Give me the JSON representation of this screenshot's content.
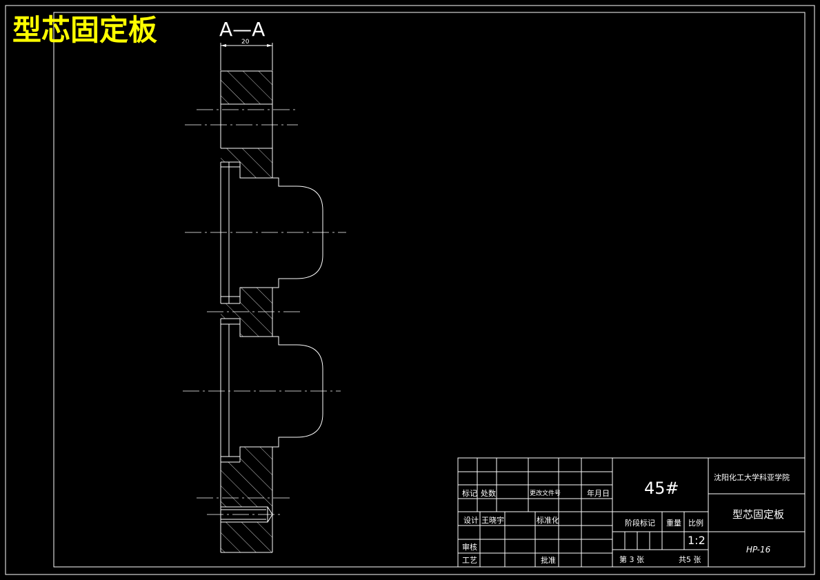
{
  "drawing": {
    "title": "型芯固定板",
    "section_label": "A—A",
    "dimension": "20"
  },
  "title_block": {
    "material": "45#",
    "institution": "沈阳化工大学科亚学院",
    "part_name": "型芯固定板",
    "drawing_number": "HP-16",
    "scale": "1:2",
    "sheet": "第 3 张",
    "total_sheets": "共5 张",
    "headers": {
      "mark": "标记",
      "count": "处数",
      "change_doc": "更改文件号",
      "date": "年月日",
      "design": "设计",
      "designer": "王晓宇",
      "standardization": "标准化",
      "review": "审核",
      "process": "工艺",
      "approve": "批准",
      "stage_mark": "阶段标记",
      "weight": "重量",
      "ratio": "比例"
    }
  },
  "colors": {
    "background": "#000000",
    "line": "#ffffff",
    "title": "#ffff00"
  }
}
